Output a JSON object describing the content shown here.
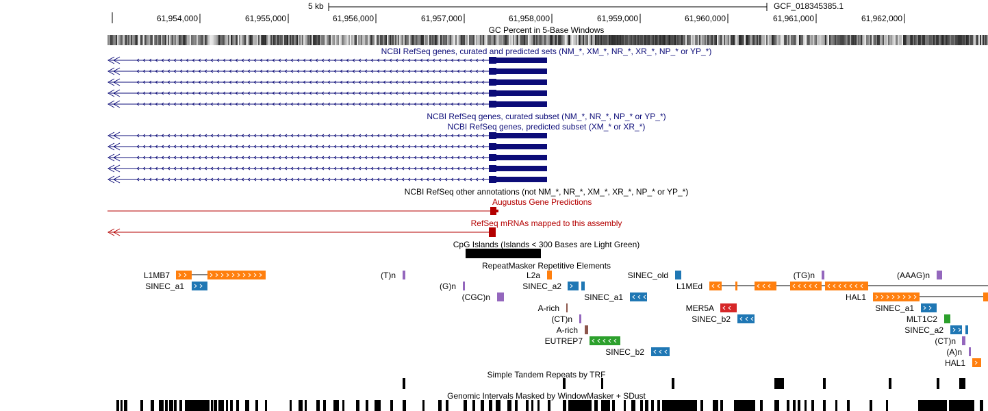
{
  "assembly": "GCF_018345385.1",
  "scale_label": "5 kb",
  "ruler_positions": [
    "61,954,000",
    "61,955,000",
    "61,956,000",
    "61,957,000",
    "61,958,000",
    "61,959,000",
    "61,960,000",
    "61,961,000",
    "61,962,000"
  ],
  "tracks": {
    "gc_percent": "GC Percent in 5-Base Windows",
    "refseq_all": "NCBI RefSeq genes, curated and predicted sets (NM_*, XM_*, NR_*, XR_*, NP_* or YP_*)",
    "refseq_curated": "NCBI RefSeq genes, curated subset (NM_*, NR_*, NP_* or YP_*)",
    "refseq_predicted": "NCBI RefSeq genes, predicted subset (XM_* or XR_*)",
    "refseq_other": "NCBI RefSeq other annotations (not NM_*, NR_*, XM_*, XR_*, NP_* or YP_*)",
    "augustus": "Augustus Gene Predictions",
    "refseq_mrnas": "RefSeq mRNAs mapped to this assembly",
    "cpg_islands": "CpG Islands (Islands < 300 Bases are Light Green)",
    "repeatmasker": "RepeatMasker Repetitive Elements",
    "simple_repeats": "Simple Tandem Repeats by TRF",
    "windowmasker": "Genomic Intervals Masked by WindowMasker + SDust"
  },
  "repeat_labels": {
    "l1mb7": "L1MB7",
    "sinec_a1_left": "SINEC_a1",
    "tn": "(T)n",
    "gn": "(G)n",
    "cgcn": "(CGC)n",
    "l2a": "L2a",
    "sinec_a2": "SINEC_a2",
    "sinec_a1_mid": "SINEC_a1",
    "arich_1": "A-rich",
    "ctn_mid": "(CT)n",
    "arich_2": "A-rich",
    "eutrep7": "EUTREP7",
    "sinec_b2_mid": "SINEC_b2",
    "sinec_old": "SINEC_old",
    "l1med": "L1MEd",
    "mer5a": "MER5A",
    "sinec_b2_right": "SINEC_b2",
    "tgn": "(TG)n",
    "aaagn": "(AAAG)n",
    "hal1": "HAL1",
    "sinec_a1_right": "SINEC_a1",
    "mlt1c2": "MLT1C2",
    "sinec_a2_right": "SINEC_a2",
    "ctn_right": "(CT)n",
    "an": "(A)n",
    "hal1_low": "HAL1"
  },
  "colors": {
    "gene": "#0c0c78",
    "augustus": "#b40000",
    "line": "#ff7f0e",
    "sine": "#1f77b4",
    "simple": "#9467bd",
    "ltr": "#d62728",
    "other": "#2ca02c",
    "low_complexity": "#8c564b"
  }
}
